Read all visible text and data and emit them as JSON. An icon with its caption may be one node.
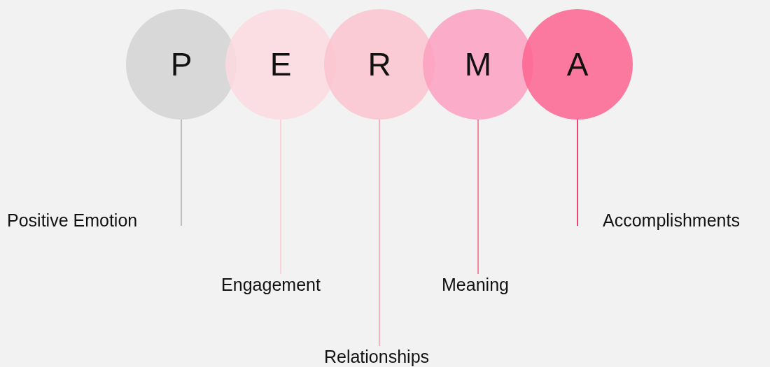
{
  "diagram": {
    "nodes": [
      {
        "text": [
          "P"
        ]
      },
      {
        "text": [
          "E"
        ]
      },
      {
        "text": [
          "R"
        ]
      },
      {
        "text": [
          "M"
        ]
      },
      {
        "text": [
          "A"
        ]
      },
      {
        "text": [
          "Positive Emotion"
        ]
      },
      {
        "text": [
          "Engagement"
        ]
      },
      {
        "text": [
          "Relationships"
        ]
      },
      {
        "text": [
          "Meaning"
        ]
      },
      {
        "text": [
          "Accomplishments"
        ]
      }
    ],
    "edges": [
      {
        "from": 0,
        "to": 5,
        "arrow": "none",
        "color": "#bdbdbd"
      },
      {
        "from": 1,
        "to": 6,
        "arrow": "none",
        "color": "#fbd3da"
      },
      {
        "from": 2,
        "to": 7,
        "arrow": "none",
        "color": "#f9afc0"
      },
      {
        "from": 3,
        "to": 8,
        "arrow": "none",
        "color": "#f7869f"
      },
      {
        "from": 4,
        "to": 9,
        "arrow": "none",
        "color": "#f0456f"
      }
    ]
  }
}
